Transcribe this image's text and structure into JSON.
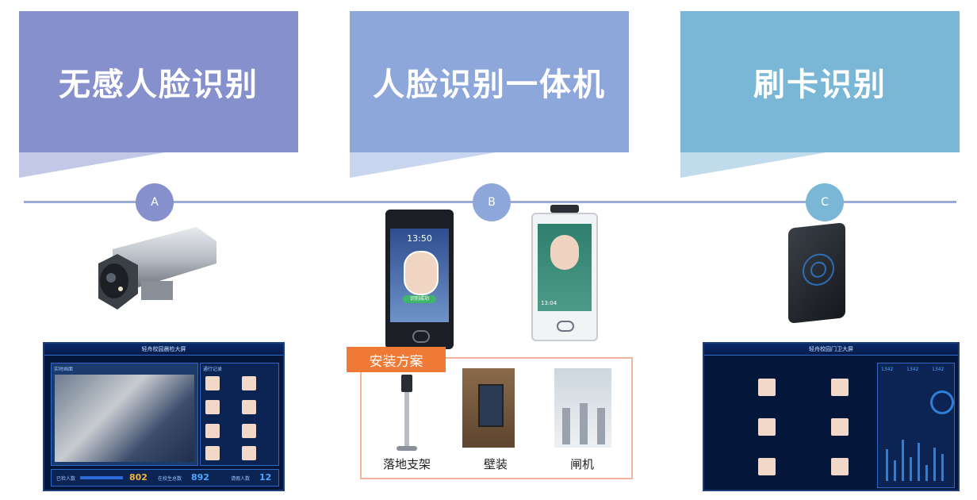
{
  "banners": [
    {
      "title": "无感人脸识别",
      "color": "#8690cc",
      "tail_color": "#c3c8e6"
    },
    {
      "title": "人脸识别一体机",
      "color": "#8ea7da",
      "tail_color": "#c8d5ee"
    },
    {
      "title": "刷卡识别",
      "color": "#7ab6d5",
      "tail_color": "#c0dcec"
    }
  ],
  "nodes": [
    {
      "label": "A",
      "color": "#8690cc"
    },
    {
      "label": "B",
      "color": "#8ea7da"
    },
    {
      "label": "C",
      "color": "#7ab6d5"
    }
  ],
  "device_a": {
    "screen_title": "轻舟校园晨检大屏",
    "video_label": "实时画面",
    "list_label": "通行记录",
    "stats": [
      {
        "label": "已检人数",
        "value": "802"
      },
      {
        "label": "在校生总数",
        "value": "892"
      },
      {
        "label": "请假人数",
        "value": "12"
      }
    ]
  },
  "device_b": {
    "time": "13:50",
    "success_badge": "识别成功",
    "time_small": "13:04"
  },
  "install": {
    "tag": "安装方案",
    "options": [
      "落地支架",
      "壁装",
      "闸机"
    ]
  },
  "device_c": {
    "screen_title": "轻舟校园门卫大屏",
    "stats": [
      "1342",
      "1342",
      "1342"
    ]
  }
}
